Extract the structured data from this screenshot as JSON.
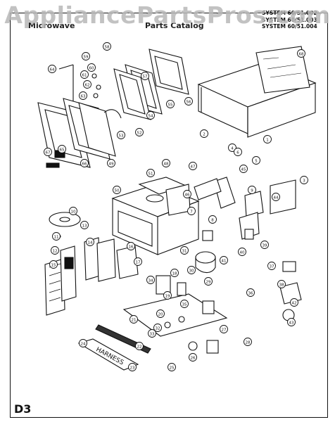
{
  "watermark": "AppliancePartsPros.com",
  "header": {
    "left_label": "Microwave",
    "center_label": "Parts Catalog",
    "systems": [
      "SYSTEM 60/51.002",
      "SYSTEM 60/51.003",
      "SYSTEM 60/51.004"
    ]
  },
  "page_code": "D3",
  "harness_label": "HARNESS",
  "colors": {
    "ink": "#111111",
    "paper": "#ffffff",
    "watermark": "#b8b8b8"
  },
  "part_numbers": [
    "1",
    "2",
    "3",
    "4",
    "5",
    "6",
    "7",
    "8",
    "9",
    "10",
    "11",
    "12",
    "13",
    "14",
    "15",
    "16",
    "17",
    "18",
    "19",
    "20",
    "21",
    "22",
    "23",
    "24",
    "25",
    "26",
    "27",
    "28",
    "29",
    "30",
    "31",
    "32",
    "33",
    "34",
    "35",
    "36",
    "37",
    "38",
    "39",
    "40",
    "41",
    "42",
    "43",
    "44",
    "45",
    "46",
    "47",
    "48",
    "49",
    "50",
    "51",
    "52",
    "53",
    "54",
    "55",
    "56",
    "57",
    "58",
    "59",
    "60",
    "61",
    "62",
    "63",
    "64",
    "65",
    "66",
    "67",
    "68"
  ]
}
